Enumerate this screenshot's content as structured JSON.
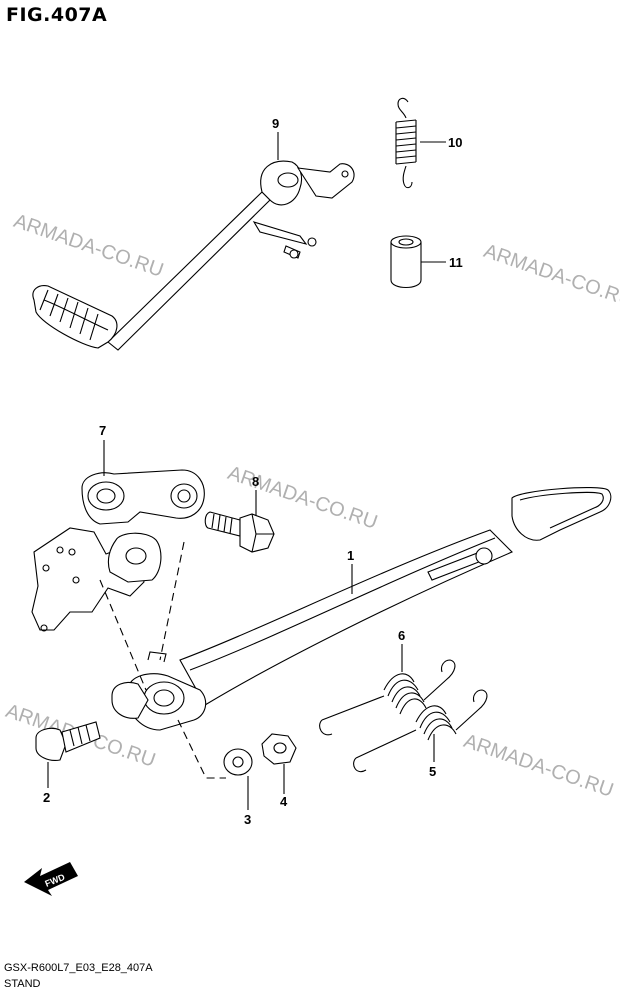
{
  "figure_title": "FIG.407A",
  "watermark_text": "ARMADA-CO.RU",
  "footer": {
    "model_code": "GSX-R600L7_E03_E28_407A",
    "section_name": "STAND"
  },
  "fwd_label": "FWD",
  "callouts": {
    "c1": "1",
    "c2": "2",
    "c3": "3",
    "c4": "4",
    "c5": "5",
    "c6": "6",
    "c7": "7",
    "c8": "8",
    "c9": "9",
    "c10": "10",
    "c11": "11"
  },
  "colors": {
    "line": "#000000",
    "watermark": "#b0b0b0",
    "background": "#ffffff"
  }
}
